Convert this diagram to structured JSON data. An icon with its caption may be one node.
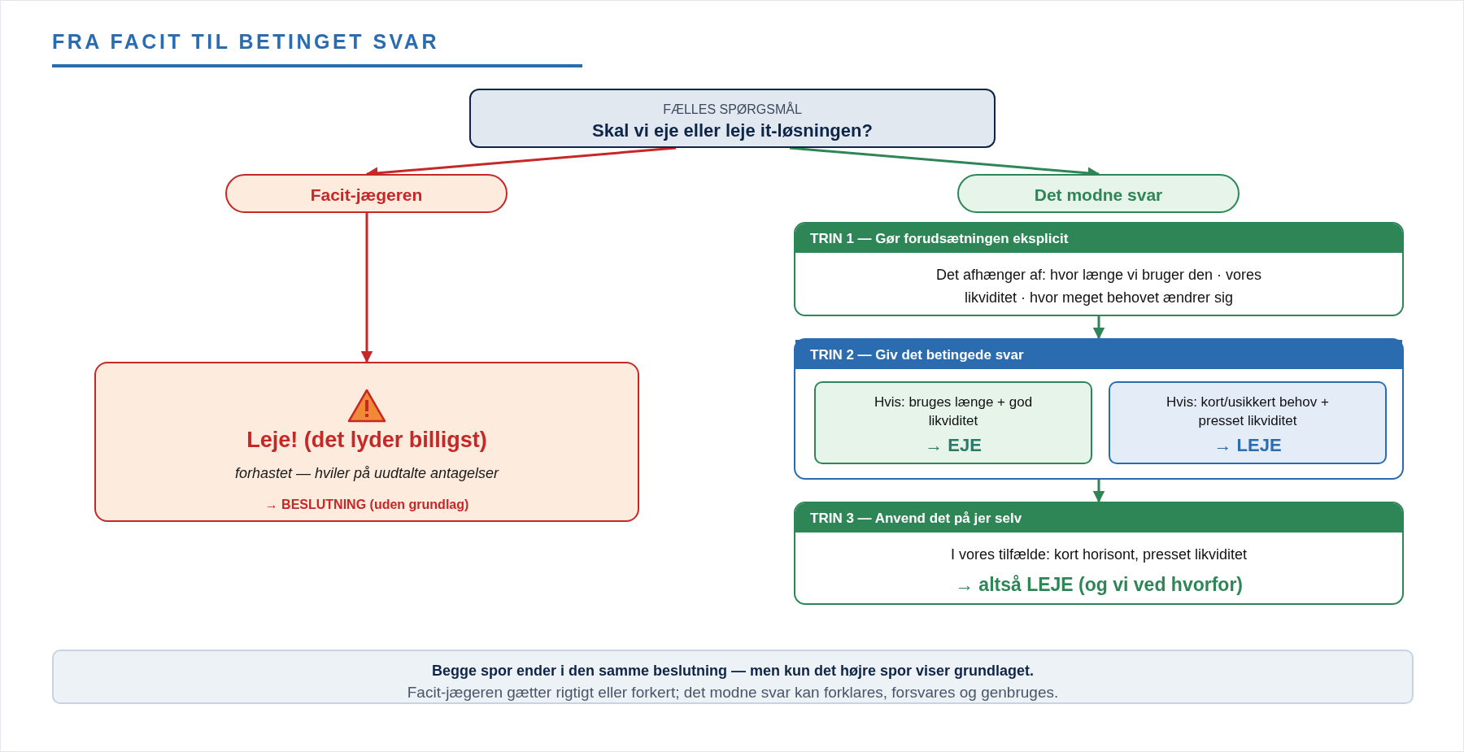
{
  "diagram": {
    "title": "FRA FACIT TIL BETINGET SVAR",
    "nodes": [
      {
        "text": [
          "FÆLLES SPØRGSMÅL",
          "Skal vi eje eller leje it-løsningen?"
        ]
      },
      {
        "text": [
          "Facit-jægeren"
        ]
      },
      {
        "text": [
          "Det modne svar"
        ]
      },
      {
        "text": [
          "Leje! (det lyder billigst)",
          "forhastet — hviler på uudtalte antagelser",
          "→ BESLUTNING (uden grundlag)"
        ]
      },
      {
        "text": [
          "TRIN 1 — Gør forudsætningen eksplicit",
          "Det afhænger af: hvor længe vi bruger den · vores likviditet · hvor meget behovet ændrer sig"
        ]
      },
      {
        "text": [
          "TRIN 2 — Giv det betingede svar"
        ]
      },
      {
        "text": [
          "Hvis: bruges længe + god likviditet",
          "→ EJE"
        ],
        "in": 5
      },
      {
        "text": [
          "Hvis: kort/usikkert behov + presset likviditet",
          "→ LEJE"
        ],
        "in": 5
      },
      {
        "text": [
          "TRIN 3 — Anvend det på jer selv",
          "I vores tilfælde: kort horisont, presset likviditet",
          "→ altså LEJE (og vi ved hvorfor)"
        ]
      },
      {
        "text": [
          "Begge spor ender i den samme beslutning — men kun det højre spor viser grundlaget.",
          "Facit-jægeren gætter rigtigt eller forkert; det modne svar kan forklares, forsvares og genbruges."
        ]
      }
    ],
    "edges": [
      {
        "from": 0,
        "to": 1,
        "arrow": "to",
        "color": "#c62828"
      },
      {
        "from": 0,
        "to": 2,
        "arrow": "to",
        "color": "#2e8657"
      },
      {
        "from": 1,
        "to": 3,
        "arrow": "to",
        "color": "#c62828"
      },
      {
        "from": 4,
        "to": 5,
        "arrow": "to",
        "color": "#2e8657"
      },
      {
        "from": 5,
        "to": 8,
        "arrow": "to",
        "color": "#2e8657"
      }
    ]
  }
}
